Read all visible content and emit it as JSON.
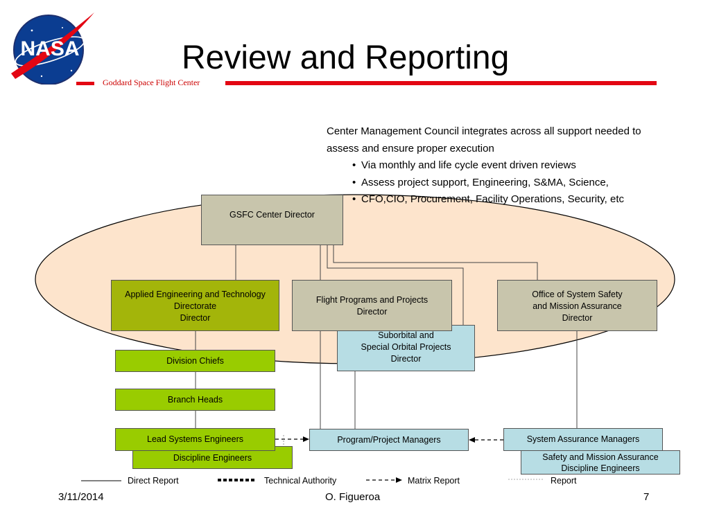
{
  "header": {
    "title": "Review and Reporting",
    "center_name": "Goddard Space Flight Center",
    "logo_text": "NASA"
  },
  "description": {
    "line1": "Center Management Council integrates across all support needed to",
    "line2": "assess and ensure proper execution",
    "bullets": [
      "Via monthly and life cycle event driven reviews",
      "Assess project support, Engineering, S&MA, Science,",
      "CFO,CIO, Procurement, Facility Operations, Security, etc"
    ]
  },
  "org_chart": {
    "center_director": "GSFC Center Director",
    "aetd": "Applied Engineering and Technology\nDirectorate\nDirector",
    "fpp": "Flight Programs and Projects\nDirector",
    "suborbital": "Suborbital and\nSpecial Orbital Projects\nDirector",
    "osma": "Office of System Safety\nand Mission Assurance\nDirector",
    "division_chiefs": "Division Chiefs",
    "branch_heads": "Branch Heads",
    "lead_systems_engineers": "Lead Systems Engineers",
    "discipline_engineers": "Discipline Engineers",
    "program_project_managers": "Program/Project Managers",
    "system_assurance_managers": "System Assurance Managers",
    "sma_discipline_engineers": "Safety and Mission Assurance\nDiscipline Engineers"
  },
  "legend": {
    "direct_report": "Direct Report",
    "technical_authority": "Technical Authority",
    "matrix_report": "Matrix Report",
    "report": "Report"
  },
  "footer": {
    "date": "3/11/2014",
    "author": "O. Figueroa",
    "page": "7"
  },
  "colors": {
    "accent_red": "#e30613",
    "council_fill": "#fde4cc",
    "tan_box": "#c8c5ac",
    "olive_box": "#a3b50a",
    "green_box": "#99cc00",
    "blue_box": "#b7dde4"
  }
}
